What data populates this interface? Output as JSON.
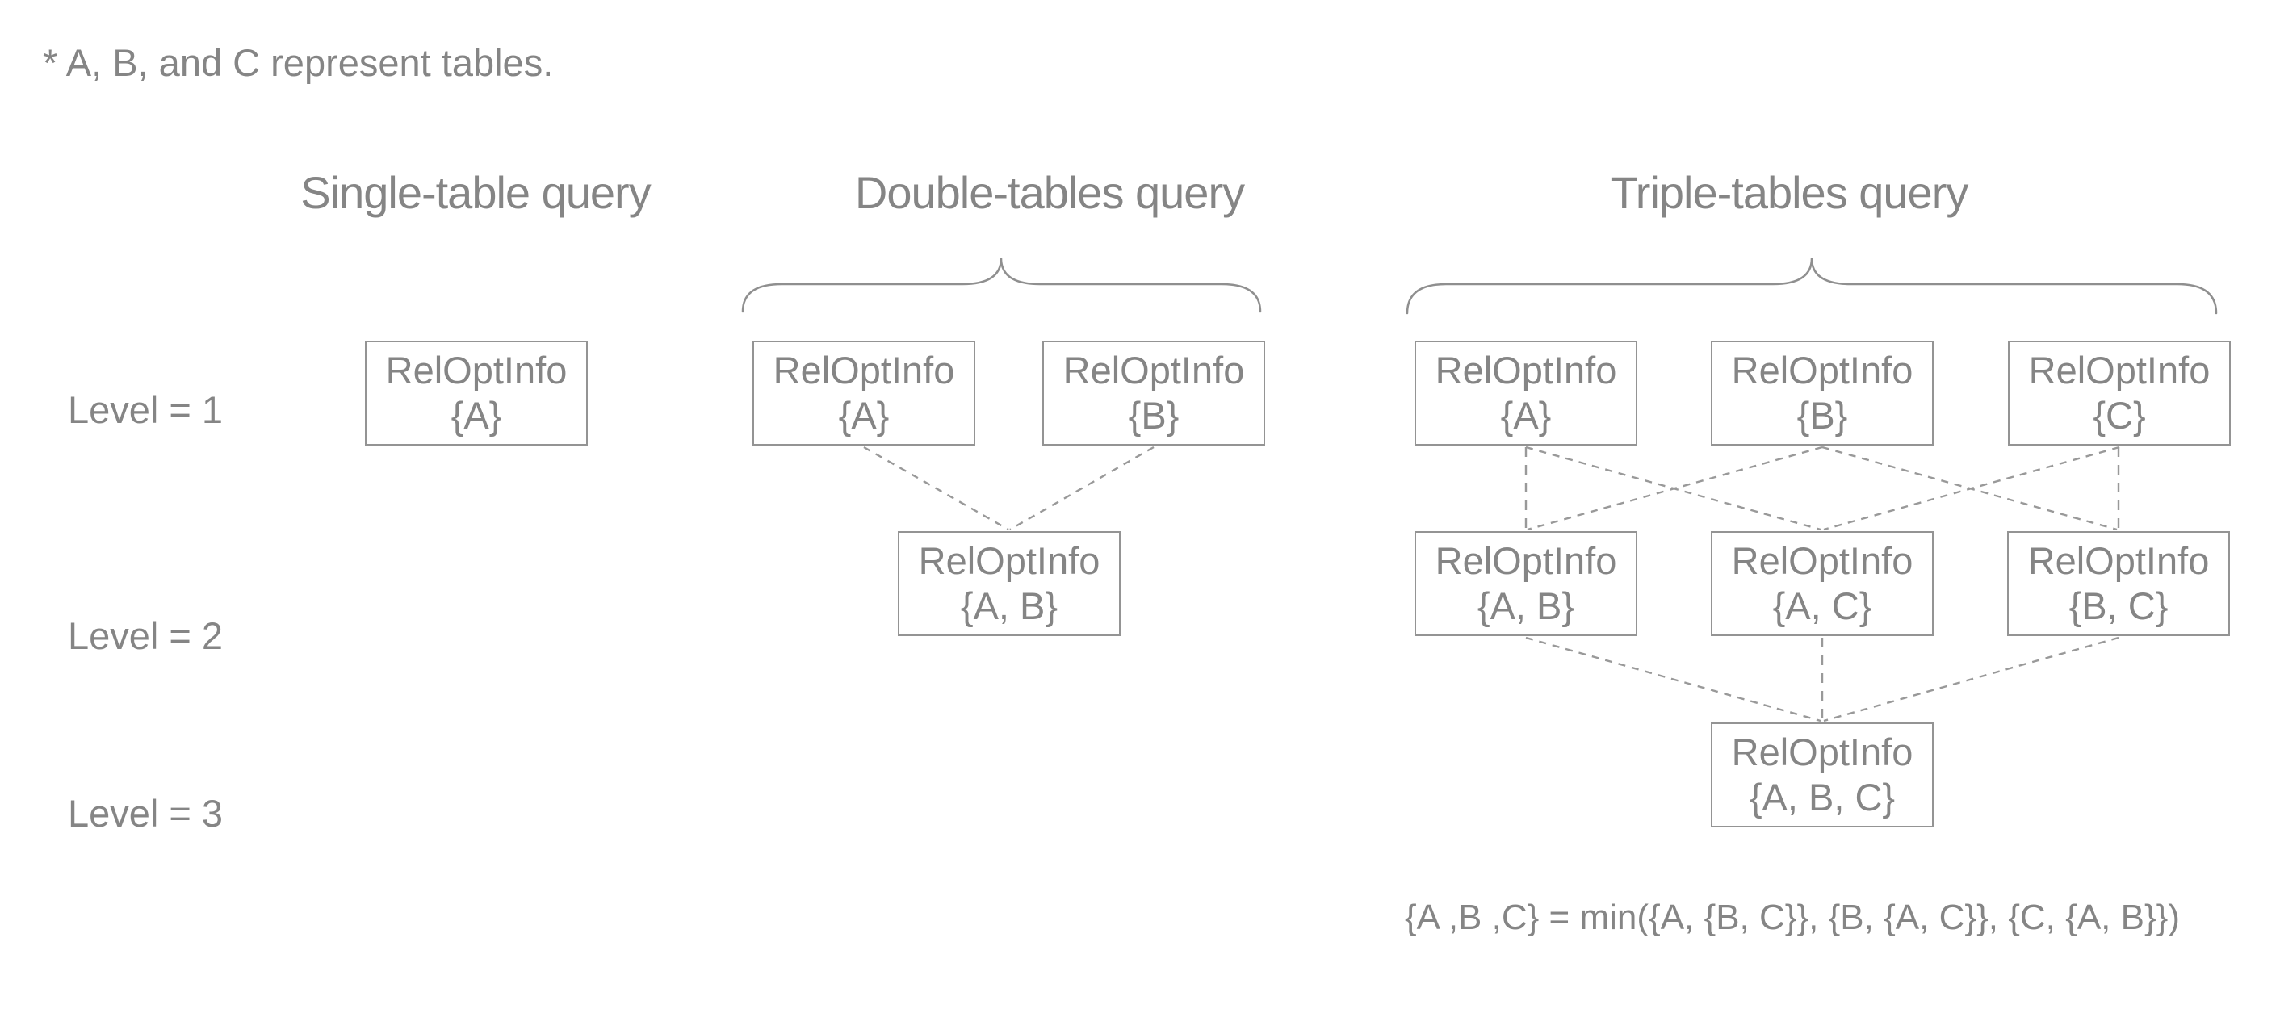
{
  "note": "* A, B, and C represent tables.",
  "columns": {
    "single": {
      "title": "Single-table query"
    },
    "double": {
      "title": "Double-tables query"
    },
    "triple": {
      "title": "Triple-tables query"
    }
  },
  "levels": [
    {
      "label": "Level = 1"
    },
    {
      "label": "Level = 2"
    },
    {
      "label": "Level = 3"
    }
  ],
  "boxes": {
    "single_a": {
      "title": "RelOptInfo",
      "set": "{A}"
    },
    "double_a": {
      "title": "RelOptInfo",
      "set": "{A}"
    },
    "double_b": {
      "title": "RelOptInfo",
      "set": "{B}"
    },
    "double_ab": {
      "title": "RelOptInfo",
      "set": "{A, B}"
    },
    "triple_a": {
      "title": "RelOptInfo",
      "set": "{A}"
    },
    "triple_b": {
      "title": "RelOptInfo",
      "set": "{B}"
    },
    "triple_c": {
      "title": "RelOptInfo",
      "set": "{C}"
    },
    "triple_ab": {
      "title": "RelOptInfo",
      "set": "{A, B}"
    },
    "triple_ac": {
      "title": "RelOptInfo",
      "set": "{A, C}"
    },
    "triple_bc": {
      "title": "RelOptInfo",
      "set": "{B, C}"
    },
    "triple_abc": {
      "title": "RelOptInfo",
      "set": "{A, B, C}"
    }
  },
  "formula": "{A ,B ,C} = min({A, {B, C}}, {B, {A, C}}, {C, {A, B}})",
  "colors": {
    "background": "#ffffff",
    "text": "#858585",
    "box_border": "#949494",
    "connector_line": "#999999",
    "brace": "#8f8f8f"
  }
}
